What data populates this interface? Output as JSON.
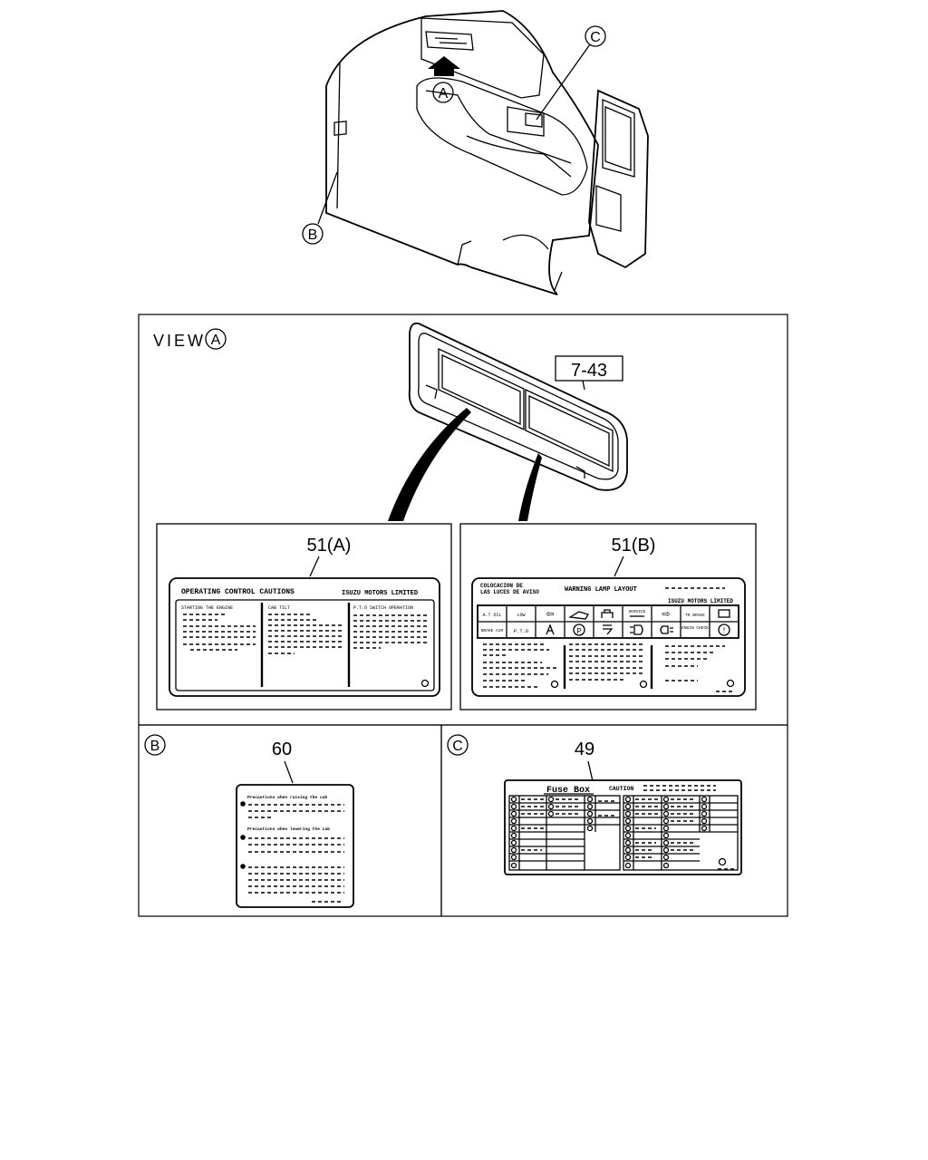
{
  "callouts": {
    "a": "A",
    "b": "B",
    "c": "C"
  },
  "view_a": {
    "prefix": "VIEW",
    "letter": "A"
  },
  "part_numbers": {
    "panel": "7-43",
    "label_51a": "51(A)",
    "label_51b": "51(B)",
    "label_60": "60",
    "label_49": "49"
  },
  "label_51a": {
    "title": "OPERATING CONTROL CAUTIONS",
    "maker": "ISUZU MOTORS LIMITED",
    "columns": [
      "STARTING THE ENGINE",
      "CAB TILT",
      "P.T.O SWITCH OPERATION"
    ]
  },
  "label_51b": {
    "title_es_1": "COLOCACION DE",
    "title_es_2": "LAS LUCES DE AVISO",
    "title": "WARNING LAMP LAYOUT",
    "maker": "ISUZU MOTORS LIMITED",
    "lamp_row_1": [
      "A.T OIL",
      "LOW",
      "⇦",
      "",
      "",
      "SERVICE",
      "⇨",
      "TR BRAKE",
      ""
    ],
    "lamp_row_2": [
      "BRAKE AIR",
      "P.T.O",
      "",
      "P",
      "",
      "",
      "",
      "ENGIN CHECK",
      "!"
    ]
  },
  "label_60": {
    "line_1": "Precautions when raising the cab",
    "line_2": "Precautions when lowering the cab"
  },
  "label_49": {
    "title": "Fuse Box",
    "caution": "CAUTION"
  }
}
